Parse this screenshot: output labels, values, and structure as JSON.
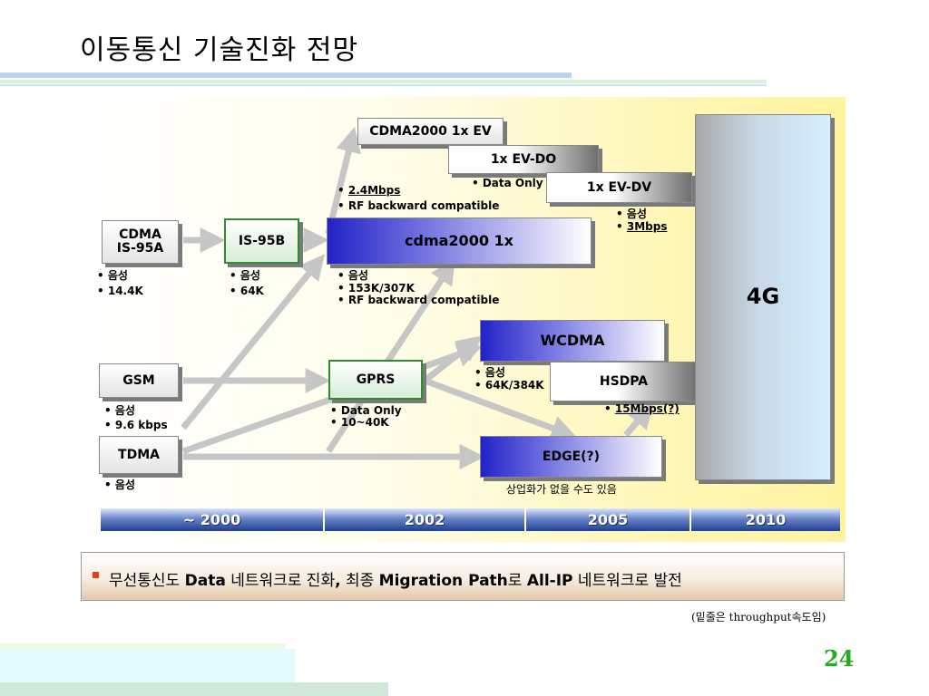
{
  "title": "이동통신 기술진화 전망",
  "boxes": {
    "cdma_is95a": "CDMA\nIS-95A",
    "is95b": "IS-95B",
    "gsm": "GSM",
    "tdma": "TDMA",
    "gprs": "GPRS",
    "cdma2000_1x": "cdma2000 1x",
    "cdma2000_1x_ev": "CDMA2000 1x EV",
    "ev_do": "1x EV-DO",
    "ev_dv": "1x EV-DV",
    "wcdma": "WCDMA",
    "hsdpa": "HSDPA",
    "edge": "EDGE(?)",
    "g4": "4G"
  },
  "notes": {
    "cdma_voice": "• 음성",
    "cdma_rate": "• 14.4K",
    "is95b_voice": "• 음성",
    "is95b_rate": "•  64K",
    "gsm_voice": "• 음성",
    "gsm_rate": "• 9.6 kbps",
    "tdma_voice": "• 음성",
    "gprs_data": "• Data Only",
    "gprs_rate": "• 10~40K",
    "cdma2000_voice": "• 음성",
    "cdma2000_rate": "• 153K/307K",
    "cdma2000_rf": "• RF backward compatible",
    "ev_rate_bullet": "• ",
    "ev_rate": "2.4Mbps",
    "ev_rf": "• RF backward compatible",
    "evdo_data": "• Data Only",
    "evdv_voice": "• 음성",
    "evdv_rate_bullet": "• ",
    "evdv_rate": "3Mbps",
    "wcdma_voice": "• 음성",
    "wcdma_rate": "• 64K/384K",
    "hsdpa_rate_bullet": "• ",
    "hsdpa_rate": "15Mbps(?)",
    "edge_note": "상업화가 없을 수도 있음"
  },
  "timeline": [
    "~ 2000",
    "2002",
    "2005",
    "2010"
  ],
  "banner": {
    "p1": "무선통신도 ",
    "b1": "Data",
    "p2": " 네트워크로 진화",
    "b2": ",",
    "p3": " 최종 ",
    "b3": "Migration Path",
    "p4": "로 ",
    "b4": "All-IP",
    "p5": " 네트워크로 발전"
  },
  "footnote": "(밑줄은 throughput속도임)",
  "page_number": "24",
  "colors": {
    "arrow": "#c6c6c6",
    "page_number": "#1db01d",
    "timeline": "#2a4a9a"
  }
}
